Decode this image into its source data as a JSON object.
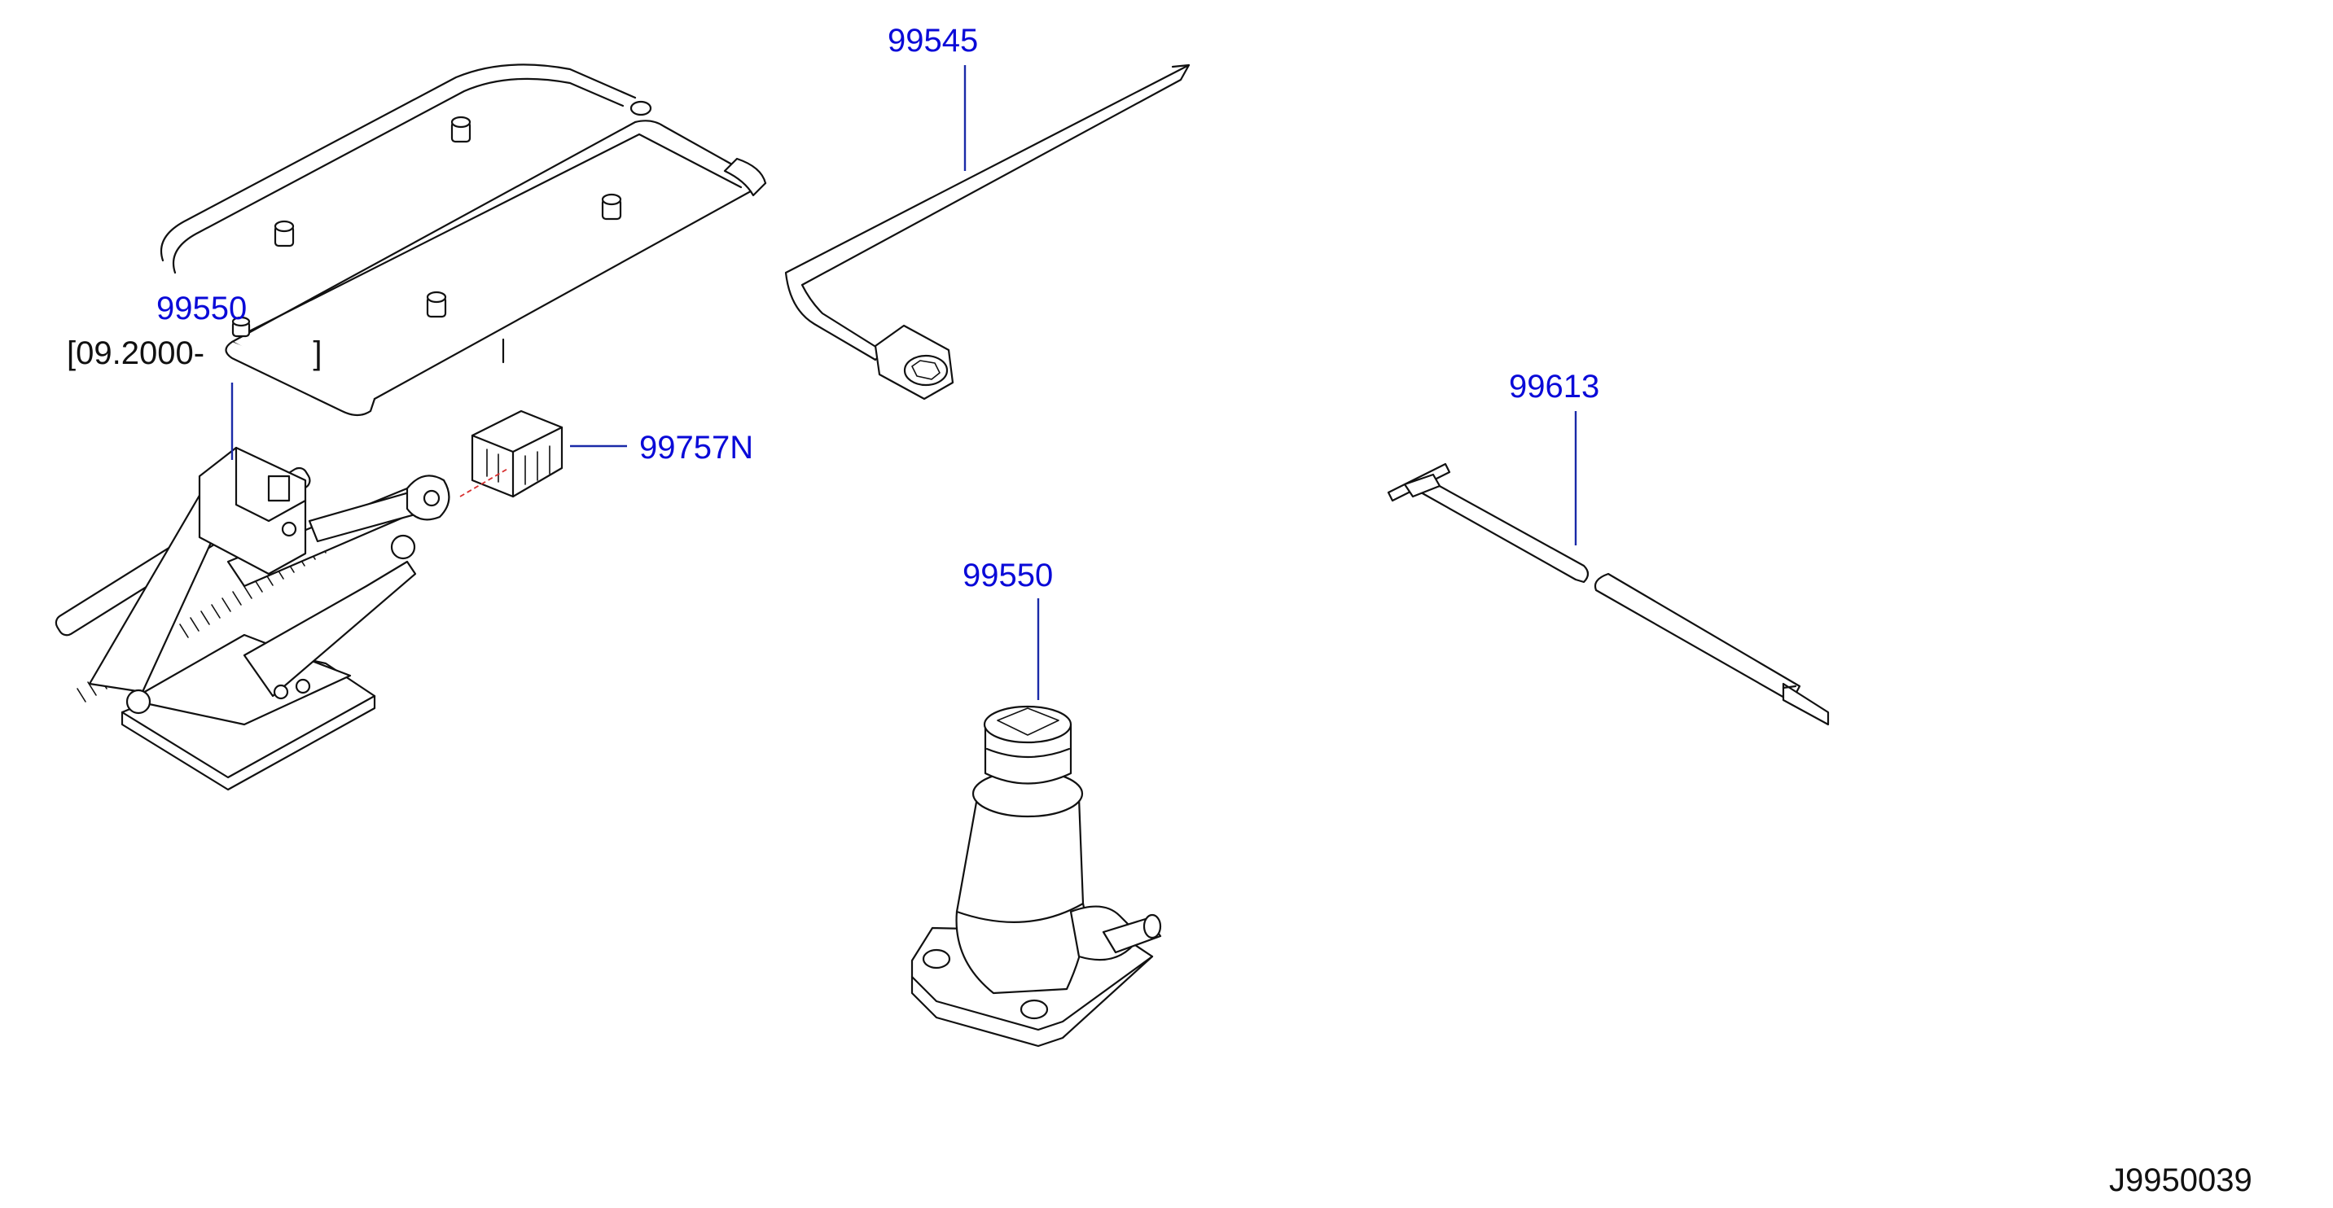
{
  "diagram": {
    "colors": {
      "part_label": "#0a0ad8",
      "leader": "#1a2aa8",
      "line_art": "#111111",
      "background": "#ffffff"
    },
    "parts": [
      {
        "number": "99545"
      },
      {
        "number": "99550",
        "date_range": "[09.2000-            ]"
      },
      {
        "number": "99757N"
      },
      {
        "number": "99550"
      },
      {
        "number": "99613"
      }
    ],
    "drawing_reference": "J9950039"
  }
}
